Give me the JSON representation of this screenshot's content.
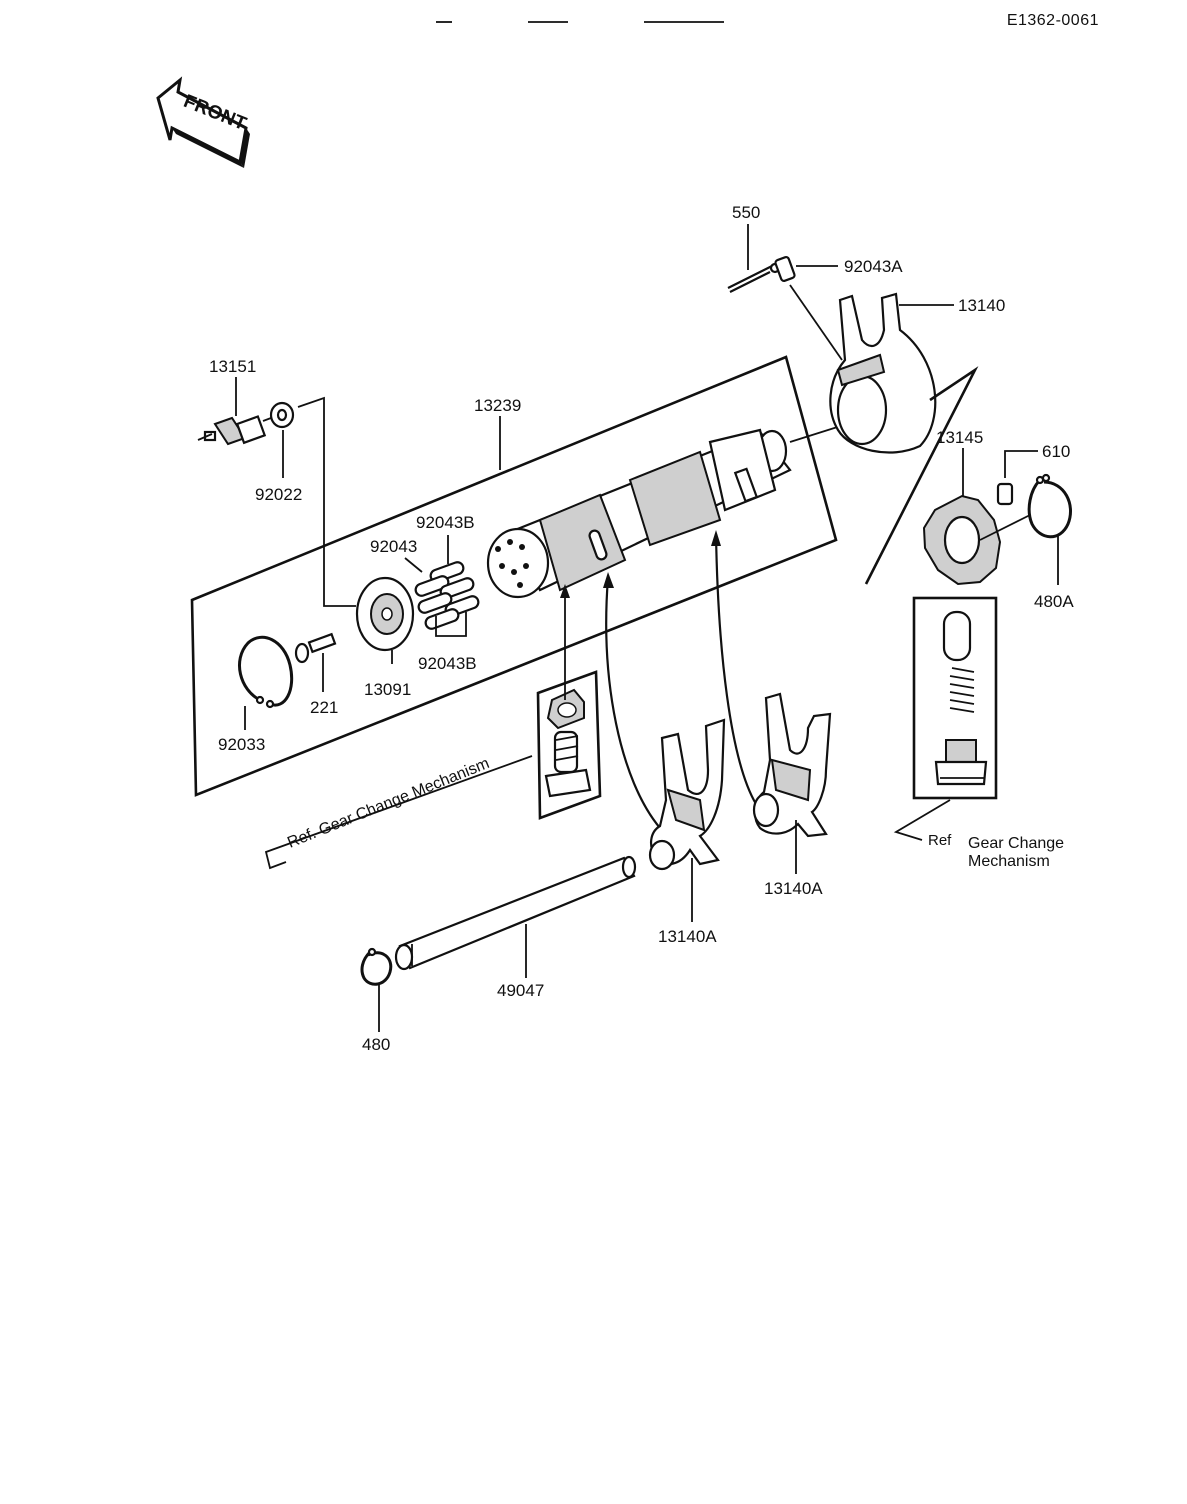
{
  "document": {
    "id": "E1362-0061"
  },
  "front_indicator": {
    "label": "FRONT"
  },
  "parts": {
    "p550": "550",
    "p92043A": "92043A",
    "p13140": "13140",
    "p13151": "13151",
    "p13239": "13239",
    "p92022": "92022",
    "p13145": "13145",
    "p610": "610",
    "p92043B_top": "92043B",
    "p92043": "92043",
    "p480A": "480A",
    "p92043B_bottom": "92043B",
    "p221": "221",
    "p13091": "13091",
    "p92033": "92033",
    "p13140A_left": "13140A",
    "p13140A_right": "13140A",
    "p49047": "49047",
    "p480": "480"
  },
  "references": {
    "left": "Ref. Gear Change Mechanism",
    "right_ref": "Ref",
    "right_line1": "Gear Change",
    "right_line2": "Mechanism"
  }
}
